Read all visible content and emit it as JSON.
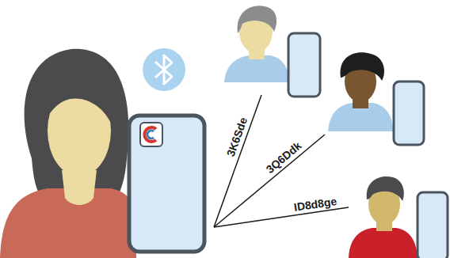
{
  "diagram": {
    "labels": [
      "3K6Sde",
      "3Q6Ddk",
      "ID8d8ge"
    ]
  }
}
